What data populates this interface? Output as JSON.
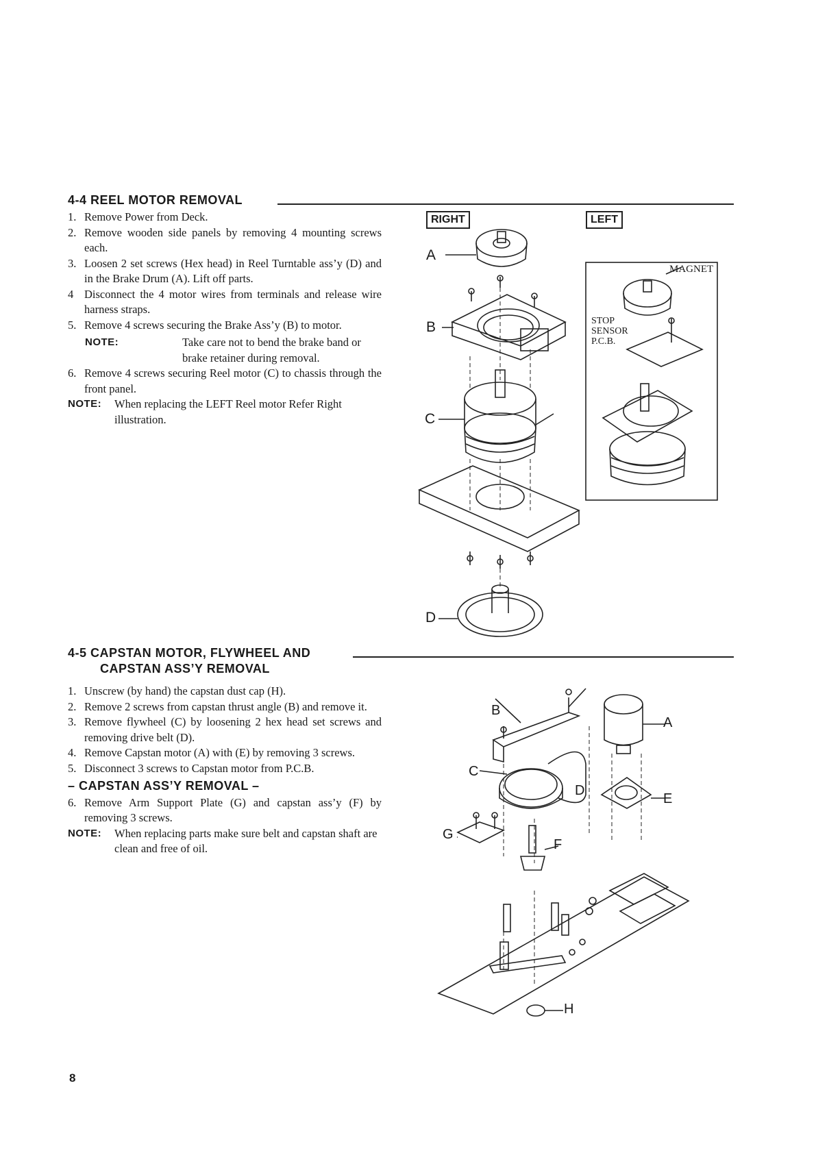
{
  "section_44": {
    "title": "4-4  REEL MOTOR REMOVAL",
    "steps": [
      {
        "num": "1.",
        "text": "Remove Power from Deck."
      },
      {
        "num": "2.",
        "text": "Remove wooden side panels by removing 4 mounting screws each."
      },
      {
        "num": "3.",
        "text": "Loosen 2 set screws (Hex head) in Reel Turntable ass’y (D) and in the Brake Drum (A). Lift off parts."
      },
      {
        "num": "4",
        "text": "Disconnect the 4 motor wires from terminals and release wire harness straps."
      },
      {
        "num": "5.",
        "text": "Remove 4 screws securing the Brake Ass’y (B) to motor."
      },
      {
        "num": "6.",
        "text": "Remove 4 screws securing Reel motor (C) to chassis through the front panel."
      }
    ],
    "note_inner": {
      "label": "NOTE:",
      "text": "Take care not to bend the brake band or brake retainer during removal."
    },
    "note": {
      "label": "NOTE:",
      "text": "When replacing the LEFT Reel motor Refer Right illustration."
    }
  },
  "figure_44": {
    "right_label": "RIGHT",
    "left_label": "LEFT",
    "part_labels": {
      "a": "A",
      "b": "B",
      "c": "C",
      "d": "D"
    },
    "magnet_label": "MAGNET",
    "stop_sensor_label": [
      "STOP",
      "SENSOR",
      "P.C.B."
    ]
  },
  "section_45": {
    "title_line1": "4-5  CAPSTAN MOTOR, FLYWHEEL AND",
    "title_line2": "CAPSTAN ASS’Y REMOVAL",
    "steps": [
      {
        "num": "1.",
        "text": "Unscrew (by hand) the capstan dust cap (H)."
      },
      {
        "num": "2.",
        "text": "Remove 2 screws from capstan thrust angle (B) and remove it."
      },
      {
        "num": "3.",
        "text": "Remove flywheel (C) by loosening 2 hex head set screws and removing drive belt (D)."
      },
      {
        "num": "4.",
        "text": "Remove Capstan motor (A) with (E) by removing 3 screws."
      },
      {
        "num": "5.",
        "text": "Disconnect 3 screws to Capstan motor from P.C.B."
      }
    ],
    "subheading": "– CAPSTAN ASS’Y REMOVAL –",
    "steps2": [
      {
        "num": "6.",
        "text": "Remove Arm Support Plate (G) and capstan ass’y (F) by removing 3 screws."
      }
    ],
    "note": {
      "label": "NOTE:",
      "text": "When replacing parts make sure belt and capstan shaft are clean and free of oil."
    }
  },
  "figure_45": {
    "part_labels": {
      "a": "A",
      "b": "B",
      "c": "C",
      "d": "D",
      "e": "E",
      "f": "F",
      "g": "G",
      "h": "H"
    }
  },
  "page_number": "8"
}
